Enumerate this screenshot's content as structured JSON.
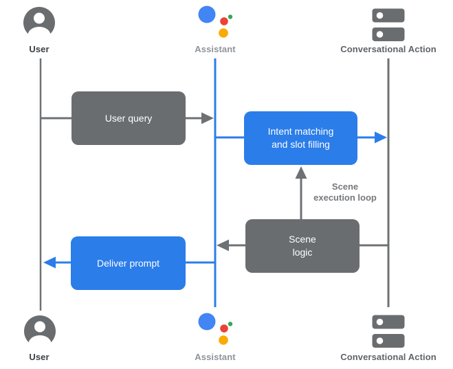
{
  "diagram": {
    "actors": {
      "user": {
        "label": "User",
        "icon": "user-icon"
      },
      "assistant": {
        "label": "Assistant",
        "icon": "assistant-icon"
      },
      "conversational_action": {
        "label": "Conversational Action",
        "icon": "server-icon"
      }
    },
    "boxes": {
      "user_query": {
        "label": "User query",
        "fill": "gray"
      },
      "intent_matching": {
        "lines": [
          "Intent matching",
          "and slot filling"
        ],
        "fill": "blue"
      },
      "scene_logic": {
        "lines": [
          "Scene",
          "logic"
        ],
        "fill": "gray"
      },
      "deliver_prompt": {
        "label": "Deliver prompt",
        "fill": "blue"
      }
    },
    "annotation": {
      "lines": [
        "Scene",
        "execution loop"
      ]
    },
    "edges": [
      {
        "from": "user-lifeline",
        "via": "User query",
        "to": "assistant-lifeline",
        "color": "#6e7174",
        "direction": "right"
      },
      {
        "from": "assistant-lifeline",
        "via": "Intent matching and slot filling",
        "to": "conversational-action-lifeline",
        "color": "#2b7de9",
        "direction": "right"
      },
      {
        "from": "Scene logic",
        "to": "Intent matching and slot filling",
        "color": "#6e7174",
        "direction": "up",
        "label": "Scene execution loop"
      },
      {
        "from": "conversational-action-lifeline",
        "via": "Scene logic",
        "to": "assistant-lifeline",
        "color": "#6e7174",
        "direction": "left"
      },
      {
        "from": "assistant-lifeline",
        "via": "Deliver prompt",
        "to": "user-lifeline",
        "color": "#2b7de9",
        "direction": "left"
      }
    ],
    "colors": {
      "blue": "#2b7de9",
      "gray": "#6a6d70",
      "line_gray": "#6e7174",
      "annotation_text": "#75787c",
      "box_text": "#ffffff",
      "label_user": "#3c4043",
      "label_assistant": "#8f949b",
      "label_conversational_action": "#5f6368",
      "assistant_logo": {
        "blue": "#4285f4",
        "red": "#ea4335",
        "green": "#34a853",
        "yellow": "#f9ab00"
      }
    }
  }
}
